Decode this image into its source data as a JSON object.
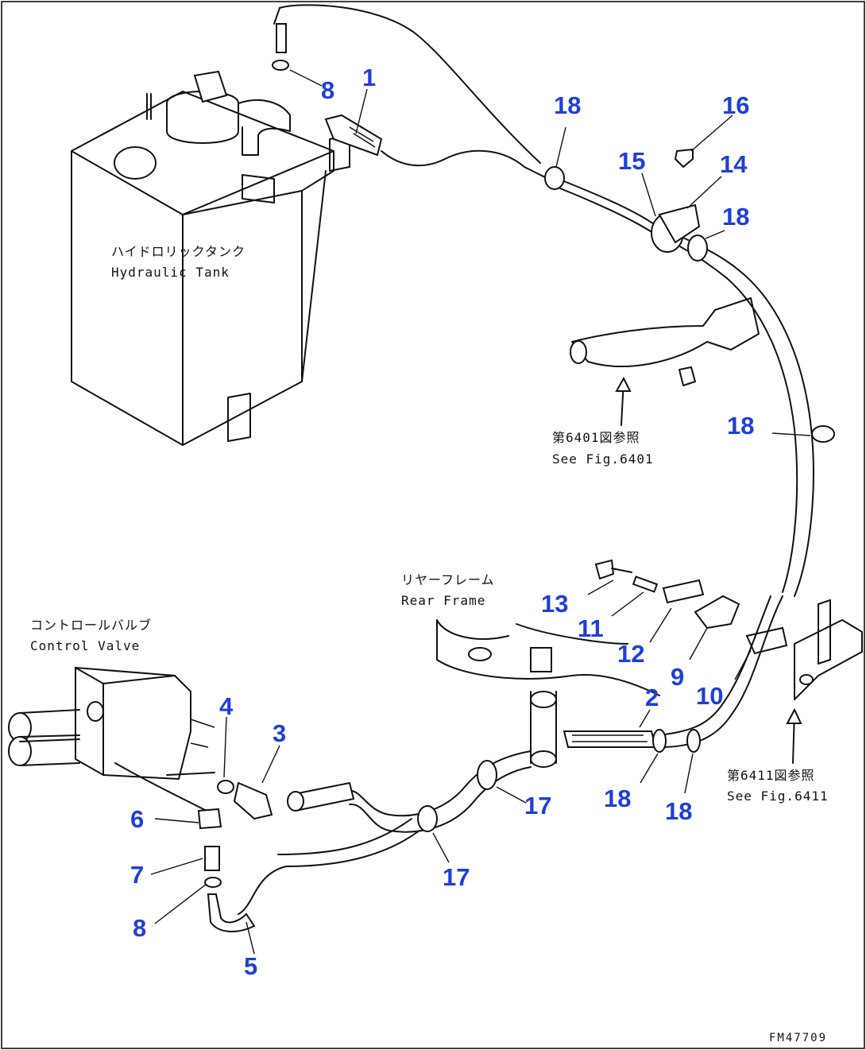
{
  "labels": {
    "hydraulic_tank_jp": "ハイドロリックタンク",
    "hydraulic_tank_en": "Hydraulic Tank",
    "see_fig_upper_jp": "第6401図参照",
    "see_fig_upper_en": "See Fig.6401",
    "rear_frame_jp": "リヤーフレーム",
    "rear_frame_en": "Rear Frame",
    "control_valve_jp": "コントロールバルブ",
    "control_valve_en": "Control Valve",
    "see_fig_lower_jp": "第6411図参照",
    "see_fig_lower_en": "See Fig.6411",
    "drawing_code": "FM47709"
  },
  "callouts": {
    "c1": "1",
    "c2": "2",
    "c3": "3",
    "c4": "4",
    "c5": "5",
    "c6": "6",
    "c7": "7",
    "c8_top": "8",
    "c8_bottom": "8",
    "c9": "9",
    "c10": "10",
    "c11": "11",
    "c12": "12",
    "c13": "13",
    "c14": "14",
    "c15": "15",
    "c16": "16",
    "c17_left": "17",
    "c17_right": "17",
    "c18_top": "18",
    "c18_upper_right": "18",
    "c18_mid_right": "18",
    "c18_lower_a": "18",
    "c18_lower_b": "18"
  },
  "colors": {
    "callout": "#1f3fd6",
    "line": "#111111",
    "background": "#ffffff"
  }
}
